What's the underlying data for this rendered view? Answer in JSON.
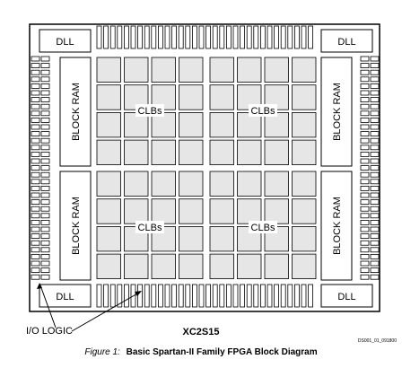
{
  "dll": [
    "DLL",
    "DLL",
    "DLL",
    "DLL"
  ],
  "block_ram": [
    "BLOCK RAM",
    "BLOCK RAM",
    "BLOCK RAM",
    "BLOCK RAM"
  ],
  "clbs": [
    "CLBs",
    "CLBs",
    "CLBs",
    "CLBs"
  ],
  "io_logic": "I/O LOGIC",
  "device": "XC2S15",
  "doc_id": "DS001_01_091800",
  "caption": {
    "figure": "Figure 1:",
    "title": "Basic Spartan-II Family FPGA Block Diagram"
  },
  "colors": {
    "clb_fill": "#e6e6e6",
    "io_fill": "#ffffff",
    "line": "#000000"
  }
}
